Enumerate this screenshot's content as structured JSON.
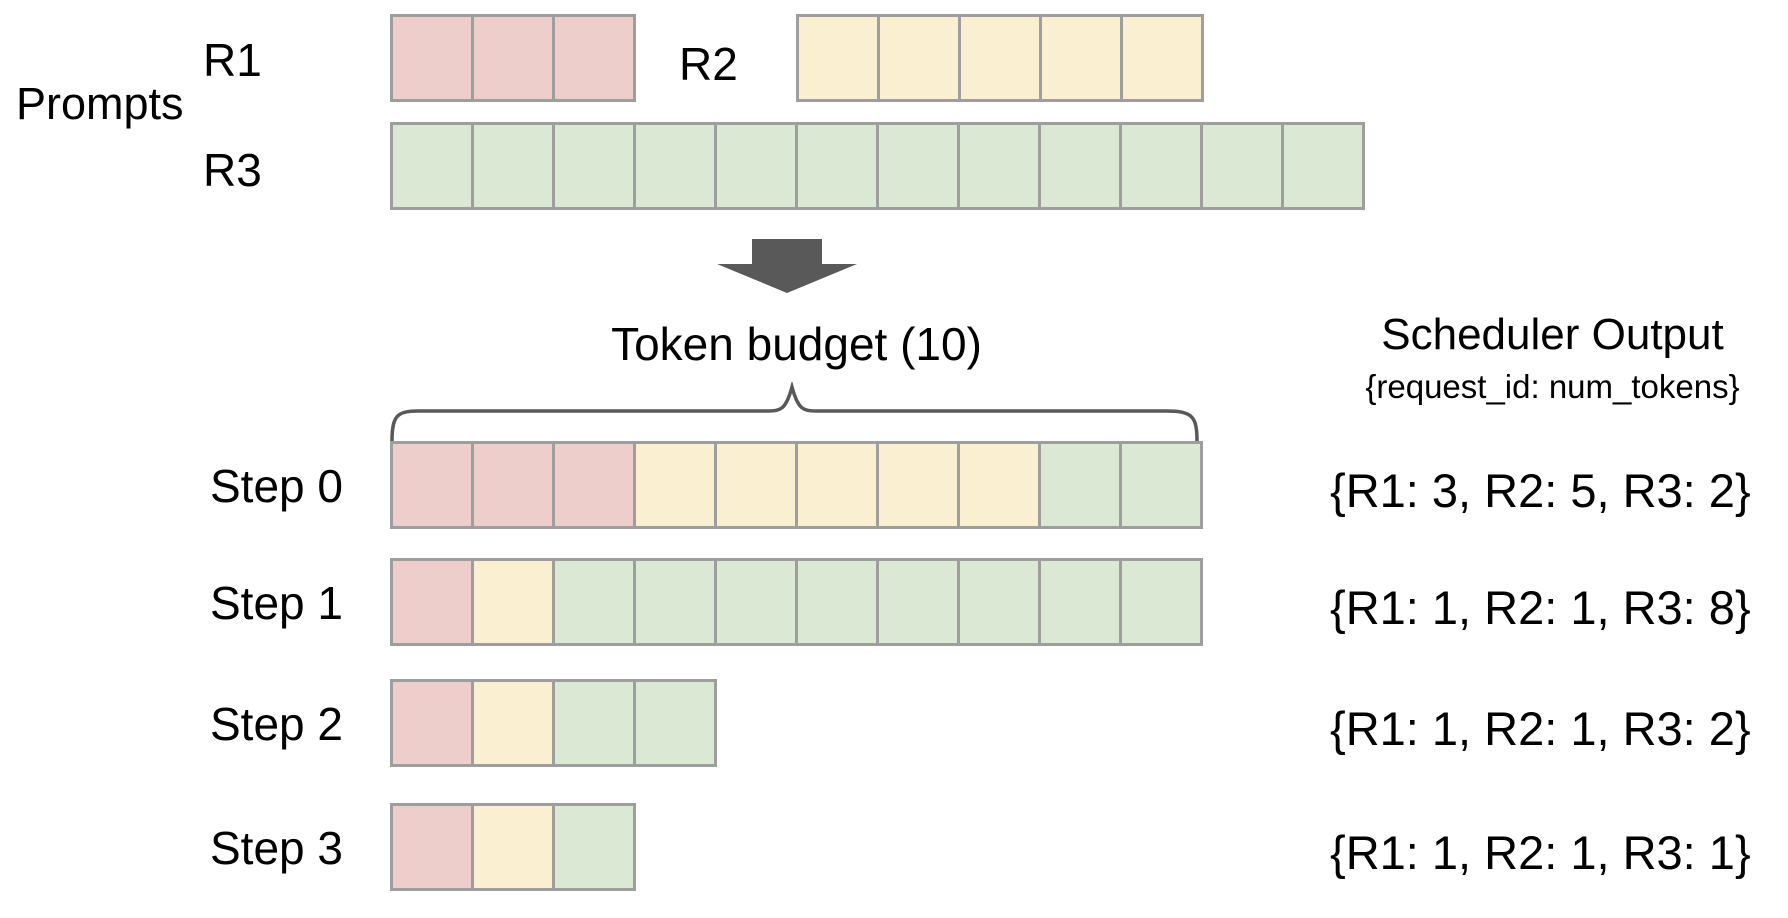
{
  "colors": {
    "r1_fill": "#edcecb",
    "r2_fill": "#faf0d1",
    "r3_fill": "#dbe8d4",
    "cell_border": "#9e9e9e",
    "arrow": "#595959",
    "brace": "#595959",
    "text": "#000000",
    "background": "#ffffff"
  },
  "prompts": {
    "section_label": "Prompts",
    "requests": [
      {
        "id": "R1",
        "label": "R1",
        "num_tokens": 3,
        "color": "r1_fill"
      },
      {
        "id": "R2",
        "label": "R2",
        "num_tokens": 5,
        "color": "r2_fill"
      },
      {
        "id": "R3",
        "label": "R3",
        "num_tokens": 12,
        "color": "r3_fill"
      }
    ]
  },
  "token_budget": {
    "label": "Token budget (10)",
    "value": 10
  },
  "scheduler_output": {
    "title": "Scheduler Output",
    "subtitle": "{request_id: num_tokens}"
  },
  "steps": [
    {
      "label": "Step 0",
      "allocations": [
        {
          "request": "R1",
          "tokens": 3
        },
        {
          "request": "R2",
          "tokens": 5
        },
        {
          "request": "R3",
          "tokens": 2
        }
      ],
      "output_text": "{R1: 3, R2: 5, R3: 2}"
    },
    {
      "label": "Step 1",
      "allocations": [
        {
          "request": "R1",
          "tokens": 1
        },
        {
          "request": "R2",
          "tokens": 1
        },
        {
          "request": "R3",
          "tokens": 8
        }
      ],
      "output_text": "{R1: 1, R2: 1, R3: 8}"
    },
    {
      "label": "Step 2",
      "allocations": [
        {
          "request": "R1",
          "tokens": 1
        },
        {
          "request": "R2",
          "tokens": 1
        },
        {
          "request": "R3",
          "tokens": 2
        }
      ],
      "output_text": "{R1: 1, R2: 1, R3: 2}"
    },
    {
      "label": "Step 3",
      "allocations": [
        {
          "request": "R1",
          "tokens": 1
        },
        {
          "request": "R2",
          "tokens": 1
        },
        {
          "request": "R3",
          "tokens": 1
        }
      ],
      "output_text": "{R1: 1, R2: 1, R3: 1}"
    }
  ]
}
